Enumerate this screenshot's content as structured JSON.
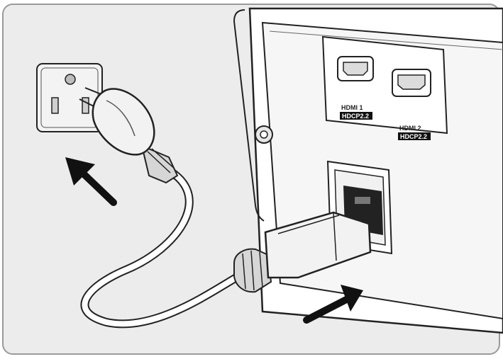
{
  "illustration": {
    "ports": [
      {
        "name": "HDMI 1",
        "spec": "HDCP2.2"
      },
      {
        "name": "HDMI 2",
        "spec": "HDCP2.2"
      }
    ],
    "arrows": [
      {
        "icon": "arrow-up-left-icon",
        "meaning": ""
      },
      {
        "icon": "arrow-up-right-icon",
        "meaning": ""
      }
    ],
    "colors": {
      "frame": "#9a9a9a",
      "background": "#eaeaea",
      "line": "#222222",
      "fill_light": "#f2f2f2",
      "fill_mid": "#cfcfcf",
      "arrow": "#111111"
    }
  }
}
